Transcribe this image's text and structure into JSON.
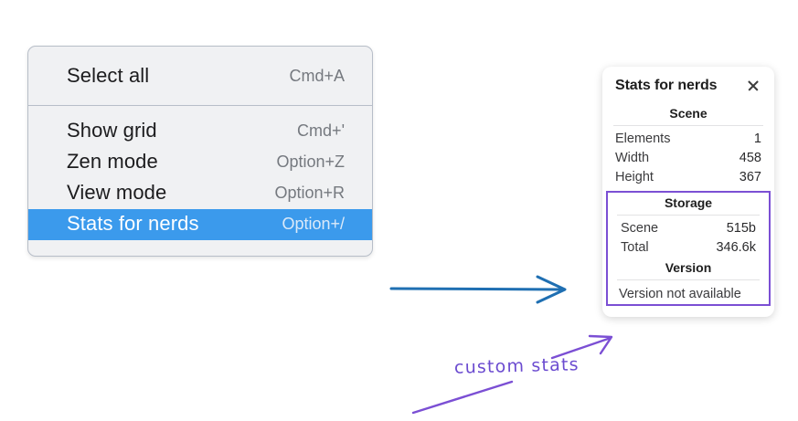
{
  "context_menu": {
    "name": "canvas-context-menu",
    "sections": [
      {
        "items": [
          {
            "label": "Select all",
            "shortcut": "Cmd+A",
            "selected": false
          }
        ]
      },
      {
        "items": [
          {
            "label": "Show grid",
            "shortcut": "Cmd+'",
            "selected": false
          },
          {
            "label": "Zen mode",
            "shortcut": "Option+Z",
            "selected": false
          },
          {
            "label": "View mode",
            "shortcut": "Option+R",
            "selected": false
          },
          {
            "label": "Stats for nerds",
            "shortcut": "Option+/",
            "selected": true
          }
        ]
      }
    ]
  },
  "stats_panel": {
    "title": "Stats for nerds",
    "close_icon": "close-icon",
    "groups": [
      {
        "title": "Scene",
        "highlighted": false,
        "rows": [
          {
            "label": "Elements",
            "value": "1"
          },
          {
            "label": "Width",
            "value": "458"
          },
          {
            "label": "Height",
            "value": "367"
          }
        ],
        "note": null
      },
      {
        "title": "Storage",
        "highlighted": true,
        "rows": [
          {
            "label": "Scene",
            "value": "515b"
          },
          {
            "label": "Total",
            "value": "346.6k"
          }
        ],
        "note": null
      },
      {
        "title": "Version",
        "highlighted": true,
        "rows": [],
        "note": "Version not available"
      }
    ]
  },
  "annotations": {
    "label": "custom stats",
    "label_color": "#6b4bd0",
    "flow_arrow_color": "#1f6fb2",
    "callout_arrow_color": "#7b4fd4"
  }
}
